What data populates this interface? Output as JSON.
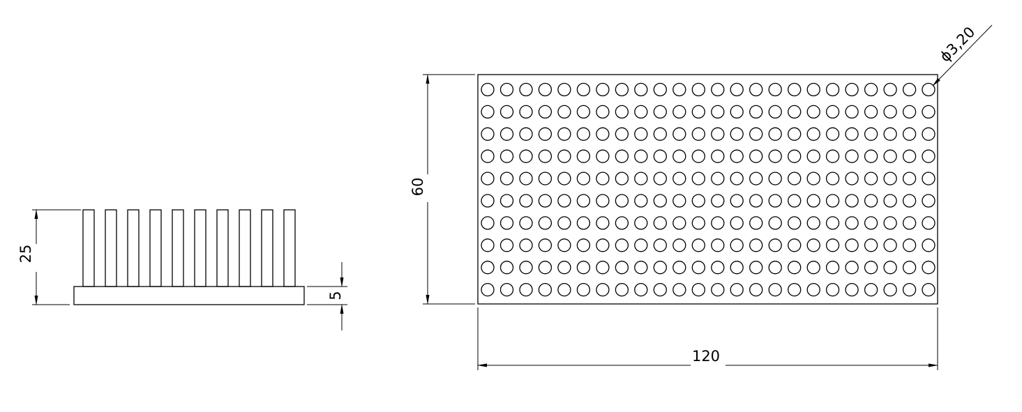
{
  "drawing": {
    "side_view": {
      "pin_count": 10,
      "dims": {
        "height_total": "25",
        "base_thickness": "5"
      }
    },
    "top_view": {
      "hole_columns": 24,
      "hole_rows": 10,
      "dims": {
        "height": "60",
        "width": "120",
        "hole_diameter": "3,20"
      },
      "diameter_symbol": "ϕ"
    }
  }
}
